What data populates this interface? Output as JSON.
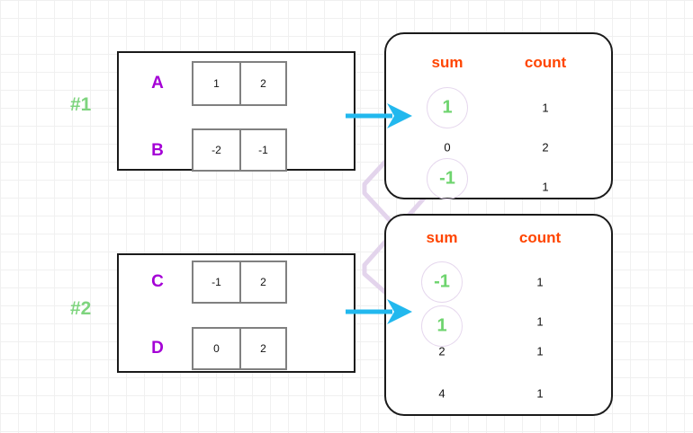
{
  "groups": [
    {
      "label": "#1",
      "rows": [
        {
          "name": "A",
          "cells": [
            "1",
            "2"
          ]
        },
        {
          "name": "B",
          "cells": [
            "-2",
            "-1"
          ]
        }
      ]
    },
    {
      "label": "#2",
      "rows": [
        {
          "name": "C",
          "cells": [
            "-1",
            "2"
          ]
        },
        {
          "name": "D",
          "cells": [
            "0",
            "2"
          ]
        }
      ]
    }
  ],
  "tables": [
    {
      "headers": {
        "sum": "sum",
        "count": "count"
      },
      "rows": [
        {
          "sum": "1",
          "count": "1",
          "highlight": true
        },
        {
          "sum": "0",
          "count": "2",
          "highlight": false
        },
        {
          "sum": "-1",
          "count": "1",
          "highlight": true
        }
      ]
    },
    {
      "headers": {
        "sum": "sum",
        "count": "count"
      },
      "rows": [
        {
          "sum": "-1",
          "count": "1",
          "highlight": true
        },
        {
          "sum": "1",
          "count": "1",
          "highlight": true
        },
        {
          "sum": "2",
          "count": "1",
          "highlight": false
        },
        {
          "sum": "4",
          "count": "1",
          "highlight": false
        }
      ]
    }
  ],
  "colors": {
    "group_label": "#7ed47e",
    "row_label": "#a400d6",
    "header": "#ff4500",
    "highlight": "#6ed46e",
    "arrow": "#22b8ee",
    "connector": "#e3d4ec",
    "box_border": "#1a1a1a",
    "cell_border": "#808080",
    "grid_minor": "#f0f0f0",
    "grid_major": "#e6e6e6"
  },
  "arrows": [
    {
      "name": "arrow-group1-to-table1"
    },
    {
      "name": "arrow-group2-to-table2"
    }
  ],
  "connectors": [
    {
      "name": "connector-t1sum1-to-t2sum1"
    },
    {
      "name": "connector-t1sum-neg1-to-t2sum-neg1"
    }
  ]
}
